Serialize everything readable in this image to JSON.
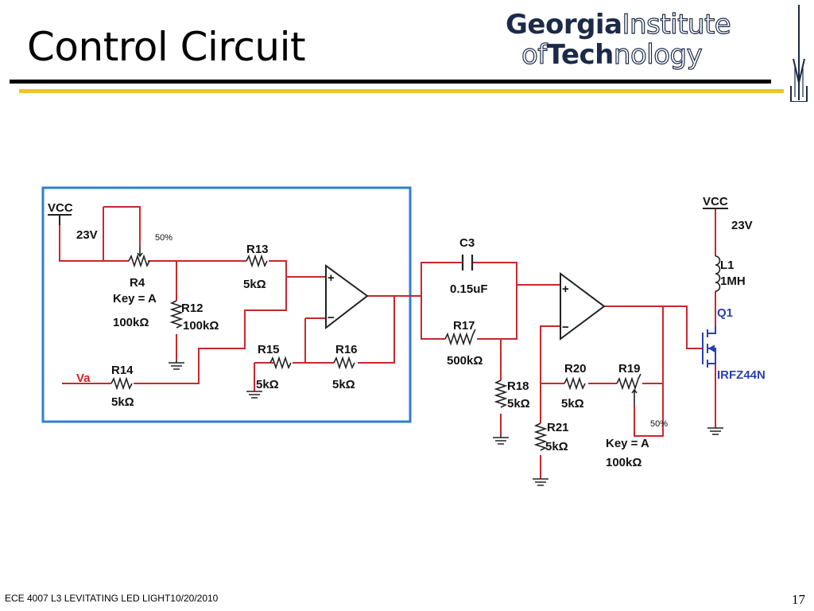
{
  "slide": {
    "title": "Control Circuit",
    "footer_left": "ECE 4007 L3  LEVITATING LED LIGHT10/20/2010",
    "page_number": "17"
  },
  "logo": {
    "line1_bold": "Georgia",
    "line1_outline": "Institute",
    "line2_outline_a": "of",
    "line2_bold": "Tech",
    "line2_outline_b": "nology"
  },
  "colors": {
    "wire": "#c8282c",
    "component": "#222222",
    "highlight_box": "#2f7fd0",
    "mosfet": "#2b3fb0",
    "va_label": "#d41f1f",
    "rule_gold": "#f2c22e"
  },
  "circuit": {
    "vcc_left": "VCC",
    "vcc_left_voltage": "23V",
    "r4_wiper": "50%",
    "r4_name": "R4",
    "r4_key": "Key = A",
    "r4_value": "100kΩ",
    "r12_name": "R12",
    "r12_value": "100kΩ",
    "r13_name": "R13",
    "r13_value": "5kΩ",
    "va": "Va",
    "r14_name": "R14",
    "r14_value": "5kΩ",
    "r15_name": "R15",
    "r15_value": "5kΩ",
    "r16_name": "R16",
    "r16_value": "5kΩ",
    "opamp_plus": "+",
    "opamp_minus": "−",
    "c3_name": "C3",
    "c3_value": "0.15uF",
    "r17_name": "R17",
    "r17_value": "500kΩ",
    "r18_name": "R18",
    "r18_value": "5kΩ",
    "r20_name": "R20",
    "r20_value": "5kΩ",
    "r19_name": "R19",
    "r19_wiper": "50%",
    "r19_key": "Key = A",
    "r19_value": "100kΩ",
    "r21_name": "R21",
    "r21_value": "5kΩ",
    "vcc_right": "VCC",
    "vcc_right_voltage": "23V",
    "l1_name": "L1",
    "l1_value": "1MH",
    "q1_name": "Q1",
    "q1_part": "IRFZ44N"
  }
}
